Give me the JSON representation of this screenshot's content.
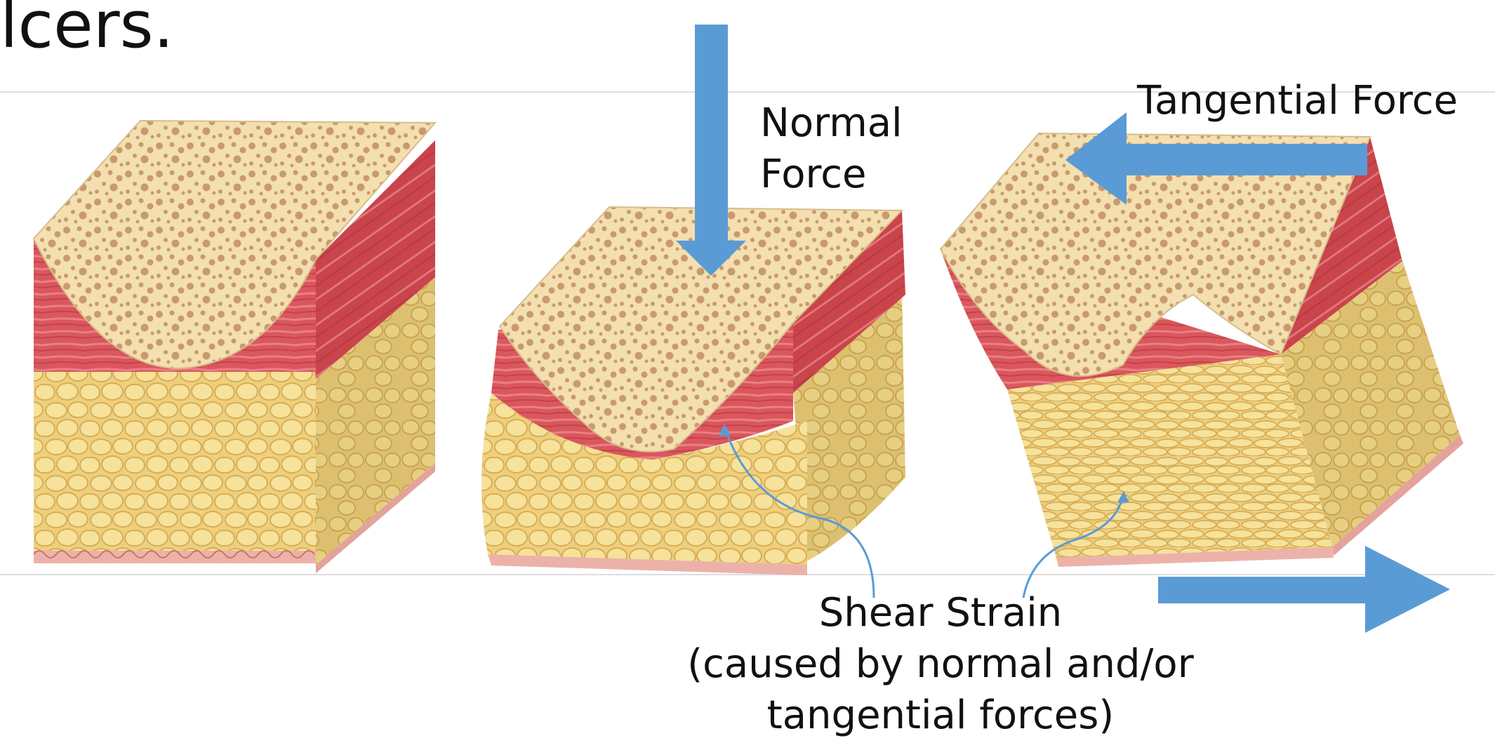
{
  "slide": {
    "title_fragment": "lcers."
  },
  "labels": {
    "normal_force_line1": "Normal",
    "normal_force_line2": "Force",
    "tangential_force": "Tangential Force",
    "shear_strain_line1": "Shear Strain",
    "shear_strain_line2": "(caused by normal and/or",
    "shear_strain_line3": "tangential forces)"
  },
  "colors": {
    "arrow": "#5b9bd5",
    "bone_surface": "#f3dfb0",
    "bone_pores": "#c99a6d",
    "muscle": "#d9575d",
    "fat": "#f1d98a",
    "fat_outline": "#d8b461",
    "skin": "#ecb2aa"
  }
}
